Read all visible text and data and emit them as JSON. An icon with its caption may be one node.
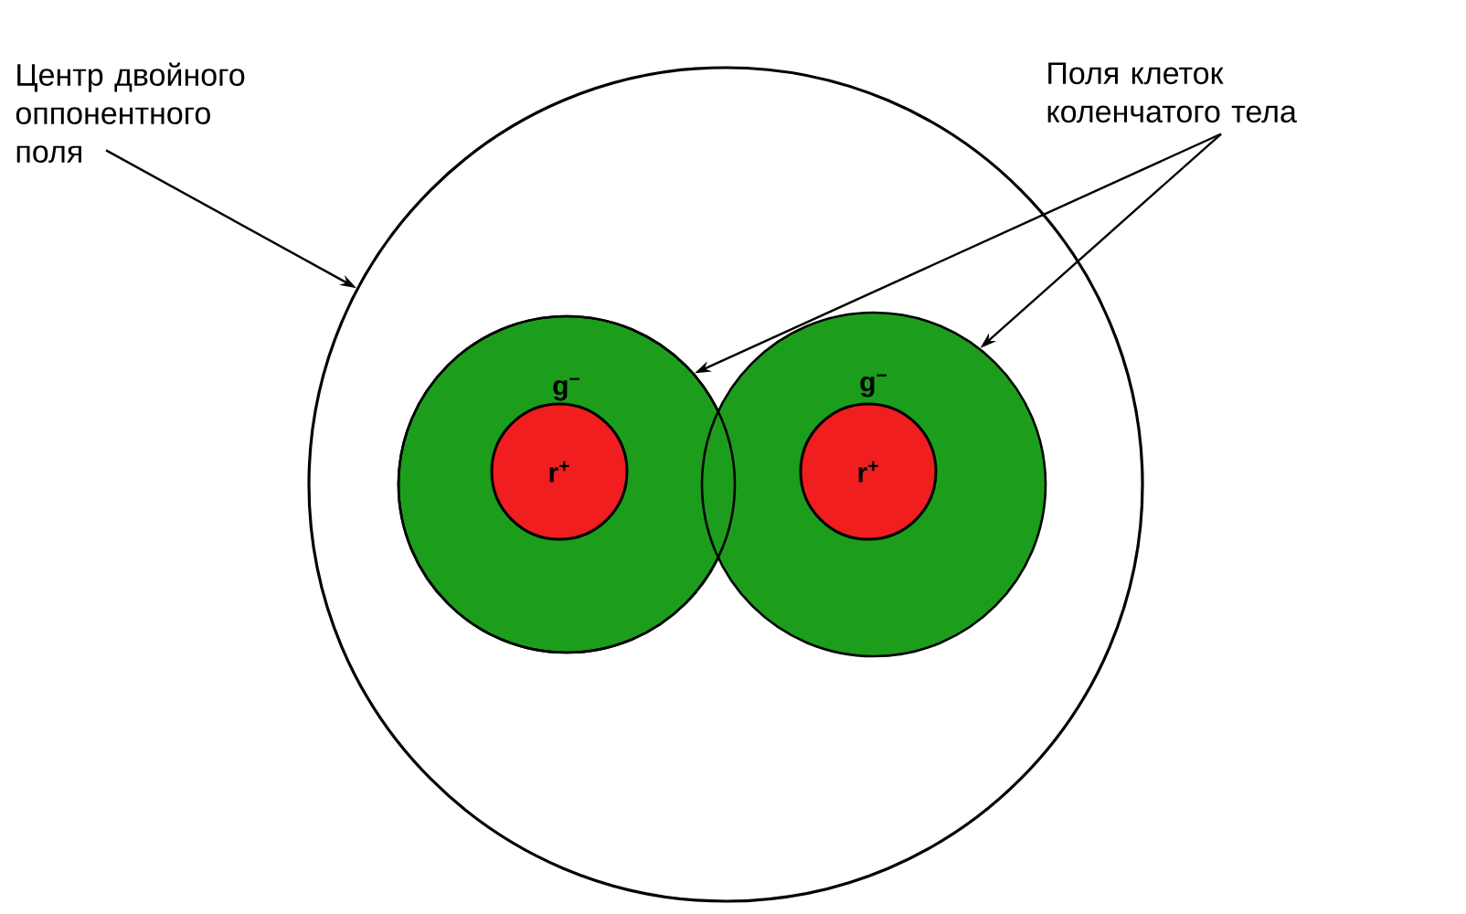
{
  "diagram": {
    "nodes": [
      {
        "text": [
          "Центр двойного оппонентного поля"
        ]
      },
      {
        "text": [
          "Поля клеток коленчатого тела"
        ]
      },
      {
        "text": [],
        "shape": "circle"
      },
      {
        "text": [
          "g$^{−}$"
        ],
        "in": 2
      },
      {
        "text": [
          "r$^{+}$"
        ],
        "in": 3
      },
      {
        "text": [
          "g$^{−}$"
        ],
        "in": 2
      },
      {
        "text": [
          "r$^{+}$"
        ],
        "in": 5
      }
    ],
    "edges": [
      {
        "from": 0,
        "to": 2,
        "arrow": "to"
      },
      {
        "from": 1,
        "to": 3,
        "arrow": "to"
      },
      {
        "from": 1,
        "to": 5,
        "arrow": "to"
      }
    ]
  }
}
